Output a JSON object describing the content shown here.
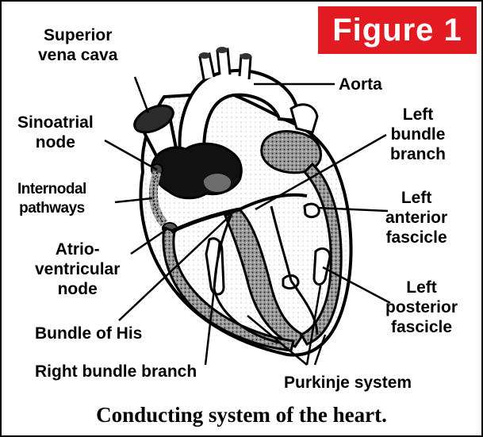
{
  "figure_label": "Figure 1",
  "caption": "Conducting system of the heart.",
  "labels": {
    "superior_vena_cava": "Superior vena cava",
    "aorta": "Aorta",
    "sinoatrial_node": "Sinoatrial node",
    "internodal_pathways": "Internodal pathways",
    "atrioventricular_node": "Atrio-ventricular node",
    "bundle_of_his": "Bundle of His",
    "right_bundle_branch": "Right bundle branch",
    "left_bundle_branch": "Left bundle branch",
    "left_anterior_fascicle": "Left anterior fascicle",
    "left_posterior_fascicle": "Left posterior fascicle",
    "purkinje_system": "Purkinje system"
  },
  "label_lines": {
    "superior_vena_cava": [
      "Superior",
      "vena cava"
    ],
    "sinoatrial_node": [
      "Sinoatrial",
      "node"
    ],
    "internodal_pathways": [
      "Internodal",
      "pathways"
    ],
    "atrioventricular_node": [
      "Atrio-",
      "ventricular",
      "node"
    ],
    "left_bundle_branch": [
      "Left",
      "bundle",
      "branch"
    ],
    "left_anterior_fascicle": [
      "Left",
      "anterior",
      "fascicle"
    ],
    "left_posterior_fascicle": [
      "Left",
      "posterior",
      "fascicle"
    ]
  },
  "colors": {
    "badge_background": "#e21b23",
    "badge_text": "#ffffff",
    "ink": "#000000"
  }
}
